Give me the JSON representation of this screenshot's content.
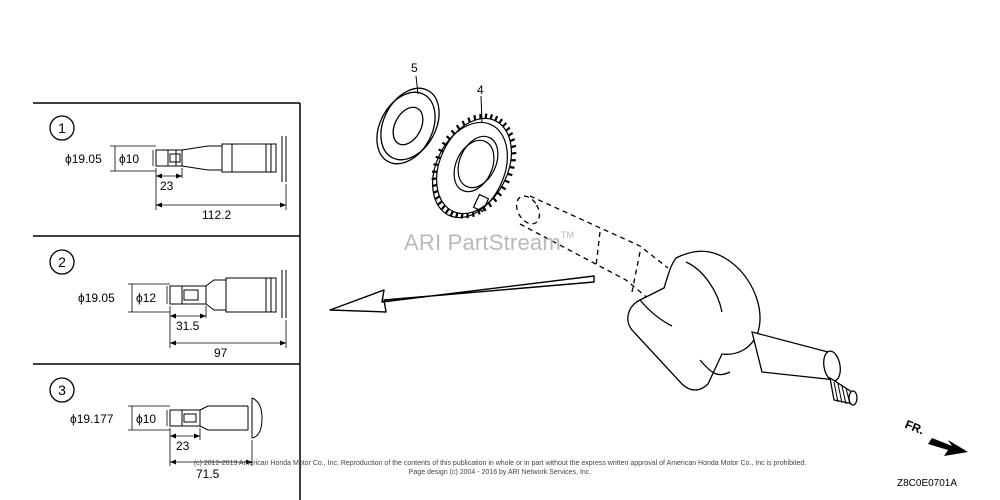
{
  "watermark": {
    "text": "ARI PartStream",
    "mark": "TM"
  },
  "copyright": {
    "line1": "(c) 2012-2013 American Honda Motor Co., Inc. Reproduction of the contents of this publication in whole or in part without the express written approval of American Honda Motor Co., Inc is prohibited.",
    "line2": "Page design (c) 2004 - 2016 by ARI Network Services, Inc."
  },
  "diagram_id": "Z8C0E0701A",
  "direction_label": "FR.",
  "callouts": {
    "part_5": "5",
    "part_4": "4"
  },
  "variants": [
    {
      "number": "1",
      "outer_dia": "ϕ19.05",
      "inner_dia": "ϕ10",
      "short_len": "23",
      "total_len": "112.2"
    },
    {
      "number": "2",
      "outer_dia": "ϕ19.05",
      "inner_dia": "ϕ12",
      "short_len": "31.5",
      "total_len": "97"
    },
    {
      "number": "3",
      "outer_dia": "ϕ19.177",
      "inner_dia": "ϕ10",
      "short_len": "23",
      "total_len": "71.5"
    }
  ]
}
